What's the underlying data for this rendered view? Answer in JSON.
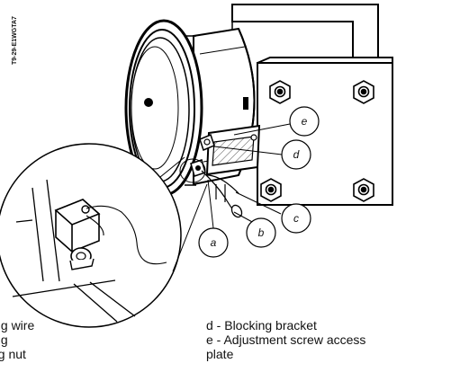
{
  "figure": {
    "code": "T9-29-E1WGTA7",
    "callouts": [
      "a",
      "b",
      "c",
      "d",
      "e"
    ],
    "legend_left": [
      "ing wire",
      "ing",
      "ng nut"
    ],
    "legend_right": [
      "d - Blocking bracket",
      "e - Adjustment screw access",
      "plate"
    ]
  }
}
